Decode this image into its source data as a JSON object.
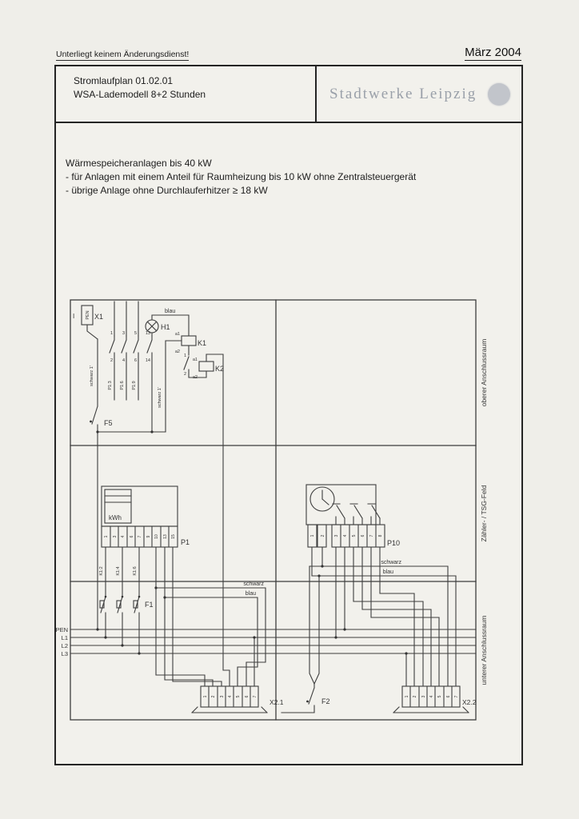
{
  "page": {
    "change_note": "Unterliegt keinem Änderungsdienst!",
    "date": "März 2004"
  },
  "title_block": {
    "doc_title": "Stromlaufplan 01.02.01",
    "doc_subtitle": "WSA-Lademodell 8+2 Stunden",
    "brand": "Stadtwerke Leipzig"
  },
  "description": {
    "line1": "Wärmespeicheranlagen bis 40 kW",
    "line2": "- für Anlagen mit einem Anteil für Raumheizung bis 10 kW ohne Zentralsteuergerät",
    "line3": "- übrige Anlage ohne Durchlauferhitzer ≥ 18 kW"
  },
  "diagram": {
    "sections": {
      "top": "oberer Anschlussraum",
      "middle": "Zähler- / TSG-Feld",
      "bottom": "unterer Anschlussraum"
    },
    "buses": [
      "PEN",
      "L1",
      "L2",
      "L3"
    ],
    "terminal_x1": {
      "label": "X1",
      "pen": "PEN",
      "marker": "I"
    },
    "lamp_h1": {
      "label": "H1",
      "wire": "blau"
    },
    "contactor_k1": {
      "label": "K1",
      "a1": "a1",
      "a2": "a2",
      "contacts_top": [
        "1",
        "3",
        "5",
        "13"
      ],
      "contacts_bottom": [
        "2",
        "4",
        "6",
        "14"
      ],
      "aux_top": "1",
      "aux_bottom": "2"
    },
    "contactor_k2": {
      "label": "K2",
      "a1": "a1",
      "a2": "a2"
    },
    "switch_f5": {
      "label": "F5"
    },
    "fuse_f1": {
      "label": "F1"
    },
    "switch_f2": {
      "label": "F2"
    },
    "meter_p1": {
      "label": "P1",
      "display": "kWh",
      "terminals": [
        "1",
        "3",
        "4",
        "6",
        "7",
        "9",
        "10",
        "13",
        "15"
      ]
    },
    "timer_p10": {
      "label": "P10",
      "terminals": [
        "1",
        "2",
        "3",
        "4",
        "5",
        "6",
        "7",
        "8"
      ]
    },
    "strip_x21": {
      "label": "X2.1",
      "terminals": [
        "1",
        "2",
        "3",
        "4",
        "5",
        "6",
        "7"
      ]
    },
    "strip_x22": {
      "label": "X2.2",
      "terminals": [
        "1",
        "2",
        "3",
        "4",
        "5",
        "6",
        "7"
      ]
    },
    "wire_labels": {
      "blau_top": "blau",
      "schwarz_ref_left": "schwarz 1'",
      "schwarz_ref_right": "schwarz 1'",
      "p1_refs": [
        "P1:3",
        "P1:6",
        "P1:9"
      ],
      "k1_refs": [
        "K1:2",
        "K1:4",
        "K1:6"
      ],
      "schwarz_mid": "schwarz",
      "blau_mid": "blau",
      "schwarz_p10": "schwarz",
      "blau_p10": "blau"
    }
  },
  "colors": {
    "paper": "#f2f1ec",
    "line": "#3d3d3d",
    "brand_text": "#9aa0a9",
    "brand_logo": "#c2c5cb"
  }
}
